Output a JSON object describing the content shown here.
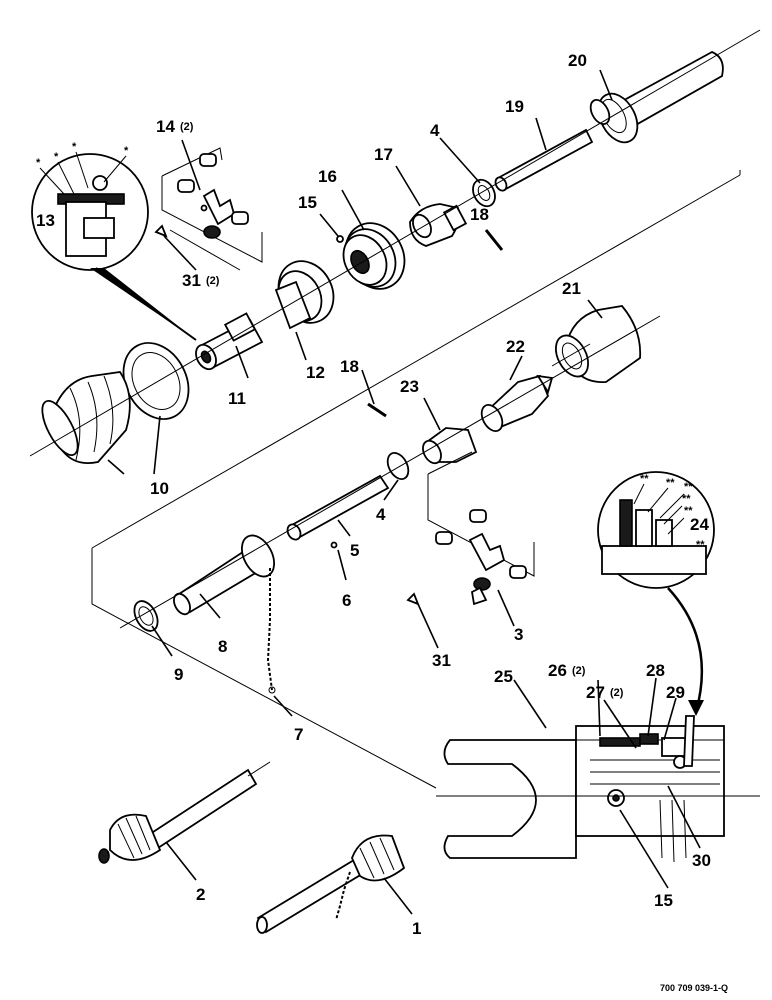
{
  "labels": {
    "l20": "20",
    "l19": "19",
    "l4a": "4",
    "l17": "17",
    "l18a": "18",
    "l16": "16",
    "l15a": "15",
    "l14": "14",
    "l14q": "(2)",
    "l13": "13",
    "l31a": "31",
    "l31aq": "(2)",
    "l11": "11",
    "l12": "12",
    "l10": "10",
    "l21": "21",
    "l22": "22",
    "l18b": "18",
    "l23": "23",
    "l4b": "4",
    "l5": "5",
    "l6": "6",
    "l8": "8",
    "l9": "9",
    "l7": "7",
    "l3": "3",
    "l31b": "31",
    "l24": "24",
    "l25": "25",
    "l26": "26",
    "l26q": "(2)",
    "l27": "27",
    "l27q": "(2)",
    "l28": "28",
    "l29": "29",
    "l30": "30",
    "l15b": "15",
    "l2": "2",
    "l1": "1"
  },
  "marks": {
    "single": "*",
    "double": "**"
  },
  "reference": "700 709 039-1-Q"
}
